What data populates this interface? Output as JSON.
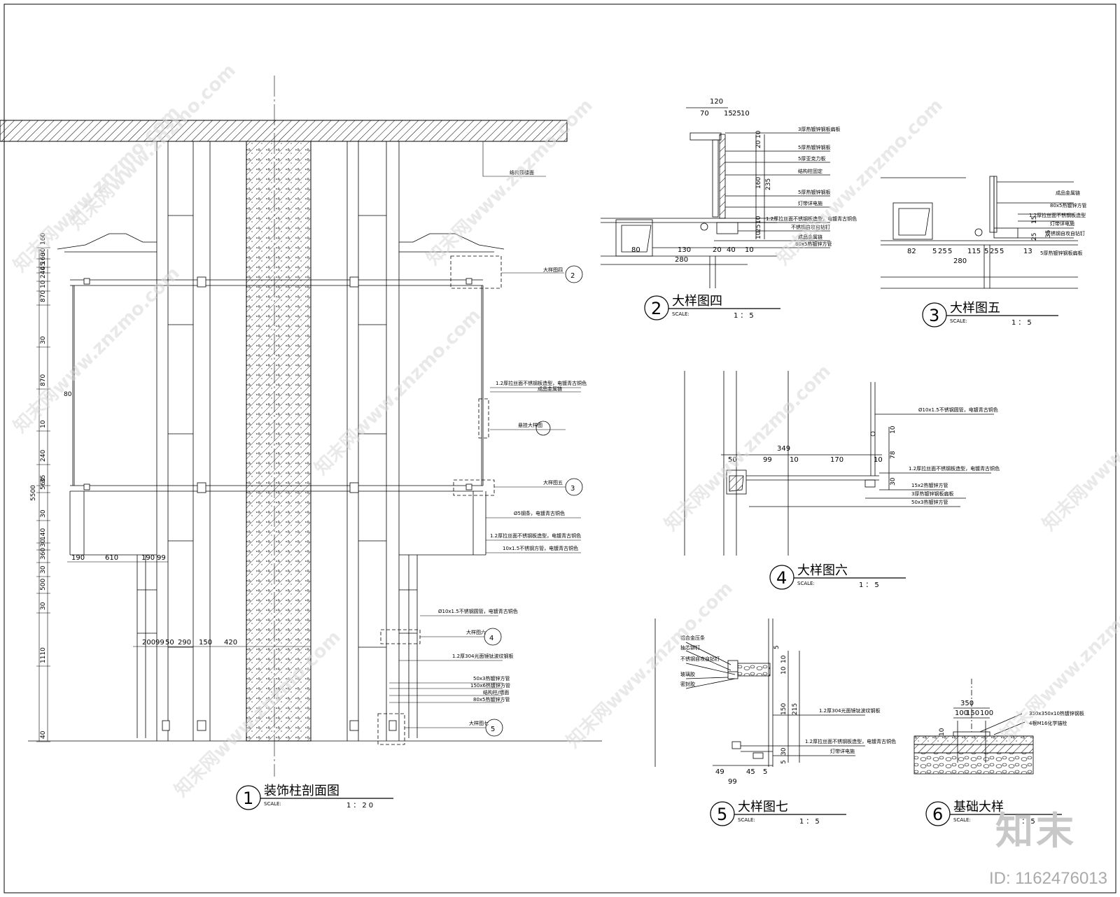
{
  "details": [
    {
      "num": "1",
      "title": "装饰柱剖面图",
      "scale_label": "SCALE:",
      "scale": "1：20"
    },
    {
      "num": "2",
      "title": "大样图四",
      "scale_label": "SCALE:",
      "scale": "1：5"
    },
    {
      "num": "3",
      "title": "大样图五",
      "scale_label": "SCALE:",
      "scale": "1：5"
    },
    {
      "num": "4",
      "title": "大样图六",
      "scale_label": "SCALE:",
      "scale": "1：5"
    },
    {
      "num": "5",
      "title": "大样图七",
      "scale_label": "SCALE:",
      "scale": "1：5"
    },
    {
      "num": "6",
      "title": "基础大样",
      "scale_label": "SCALE:",
      "scale": "1：5"
    }
  ],
  "main": {
    "left_dims": [
      "160",
      "30",
      "160",
      "45",
      "240",
      "10",
      "870",
      "30",
      "870",
      "10",
      "240",
      "35",
      "560",
      "30",
      "140",
      "30",
      "360",
      "30",
      "500",
      "30",
      "1110",
      "40"
    ],
    "overall_height": "5500",
    "dim_80": "80",
    "row1": [
      "190",
      "610",
      "190",
      "99"
    ],
    "row2": [
      "200",
      "99",
      "50",
      "290",
      "150",
      "420"
    ],
    "ref_2": "2",
    "ref_3": "3",
    "ref_4": "4",
    "ref_5": "5",
    "ref_label_2": "大样图四",
    "ref_label_3": "大样图五",
    "ref_label_4": "大样图六",
    "ref_label_5": "大样图七",
    "structure": "结构顶楼面",
    "notes_mid": [
      "1.2厚拉丝面不锈钢板造型，电镀青古铜色",
      "成品金属链",
      "悬挂大样图",
      "Ø5钢条，电镀青古铜色",
      "1.2厚拉丝面不锈钢板造型，电镀青古铜色",
      "10x1.5不锈钢方管，电镀青古铜色"
    ],
    "notes_low": [
      "Ø10x1.5不锈钢圆管，电镀青古铜色",
      "1.2厚304光面镜钛波纹钢板",
      "50x3热镀锌方管",
      "150x6热镀锌方管",
      "结构柱/墙面",
      "80x5热镀锌方管"
    ]
  },
  "d2": {
    "top": [
      "120",
      "70",
      "15",
      "25",
      "10"
    ],
    "right_v": [
      "10",
      "20",
      "160",
      "235",
      "10",
      "25",
      "10"
    ],
    "bottom": [
      "80",
      "130",
      "20",
      "40",
      "10",
      "280"
    ],
    "notes": [
      "3厚热镀锌钢板扁板",
      "5厚热镀锌钢板",
      "5厚亚克力板",
      "结构柱固定",
      "5厚热镀锌钢板",
      "灯带详电施",
      "1.2厚拉丝面不锈钢板造型，电镀青古铜色",
      "不锈钢自攻自钻钉",
      "成品金属链",
      "80x5热镀锌方管"
    ]
  },
  "d3": {
    "notes": [
      "成品金属链",
      "80x5热镀锌方管",
      "1.2厚拉丝面不锈钢板造型",
      "灯带详电施",
      "不锈钢自攻自钻钉",
      "5厚热镀锌钢板扁板"
    ],
    "right_v": [
      "15",
      "25",
      "35"
    ],
    "bottom": [
      "82",
      "5",
      "25",
      "5",
      "115",
      "5",
      "25",
      "5",
      "13",
      "280"
    ]
  },
  "d4": {
    "top": [
      "349",
      "50",
      "99",
      "10",
      "170",
      "10"
    ],
    "right_v": [
      "10",
      "78",
      "30"
    ],
    "notes": [
      "Ø10x1.5不锈钢圆管，电镀青古铜色",
      "1.2厚拉丝面不锈钢板造型，电镀青古铜色",
      "15x2热镀锌方管",
      "3厚热镀锌钢板扁板",
      "50x3热镀锌方管"
    ]
  },
  "d5": {
    "notes_left": [
      "铝合金压条",
      "抽芯铆钉",
      "不锈钢自攻自钻钉",
      "玻璃胶",
      "密封胶"
    ],
    "notes_right": [
      "1.2厚304光面镜钛波纹钢板",
      "1.2厚拉丝面不锈钢板造型，电镀青古铜色",
      "灯带详电施"
    ],
    "right_v": [
      "5",
      "10",
      "10",
      "150",
      "215",
      "30",
      "5"
    ],
    "bottom": [
      "49",
      "45",
      "5",
      "99"
    ]
  },
  "d6": {
    "top": [
      "350",
      "100",
      "150",
      "100"
    ],
    "notes": [
      "350x350x10热镀锌钢板",
      "4根M16化学锚栓"
    ],
    "dim_10": "10"
  },
  "watermark": "知末网www.znzmo.com",
  "brand": "知末",
  "image_id": "ID: 1162476013"
}
